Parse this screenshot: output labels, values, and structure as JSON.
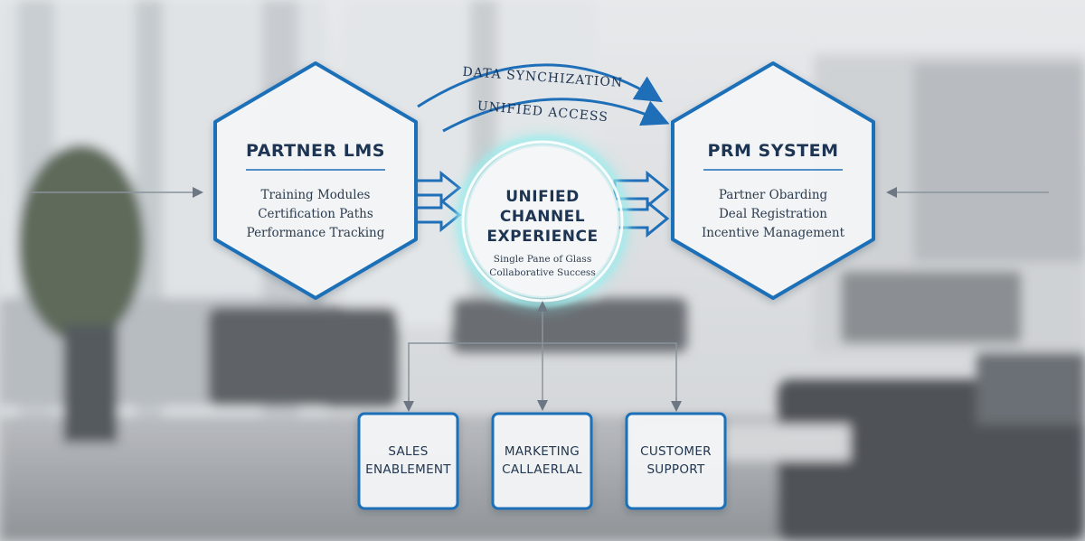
{
  "arc_labels": {
    "top": "DATA SYNCHIZATION",
    "bottom": "UNIFIED ACCESS"
  },
  "left_hex": {
    "title": "PARTNER LMS",
    "items": [
      "Training Modules",
      "Certification Paths",
      "Performance Tracking"
    ]
  },
  "right_hex": {
    "title": "PRM SYSTEM",
    "items": [
      "Partner Obarding",
      "Deal Registration",
      "Incentive Management"
    ]
  },
  "center": {
    "title_lines": [
      "UNIFIED",
      "CHANNEL",
      "EXPERIENCE"
    ],
    "sub_lines": [
      "Single Pane of Glass",
      "Collaborative Success"
    ]
  },
  "boxes": [
    {
      "lines": [
        "SALES",
        "ENABLEMENT"
      ]
    },
    {
      "lines": [
        "MARKETING",
        "CALLAERLAL"
      ]
    },
    {
      "lines": [
        "CUSTOMER",
        "SUPPORT"
      ]
    }
  ],
  "colors": {
    "accent": "#1f6fb8",
    "glow": "#7fe3e6",
    "text": "#1e3453"
  }
}
